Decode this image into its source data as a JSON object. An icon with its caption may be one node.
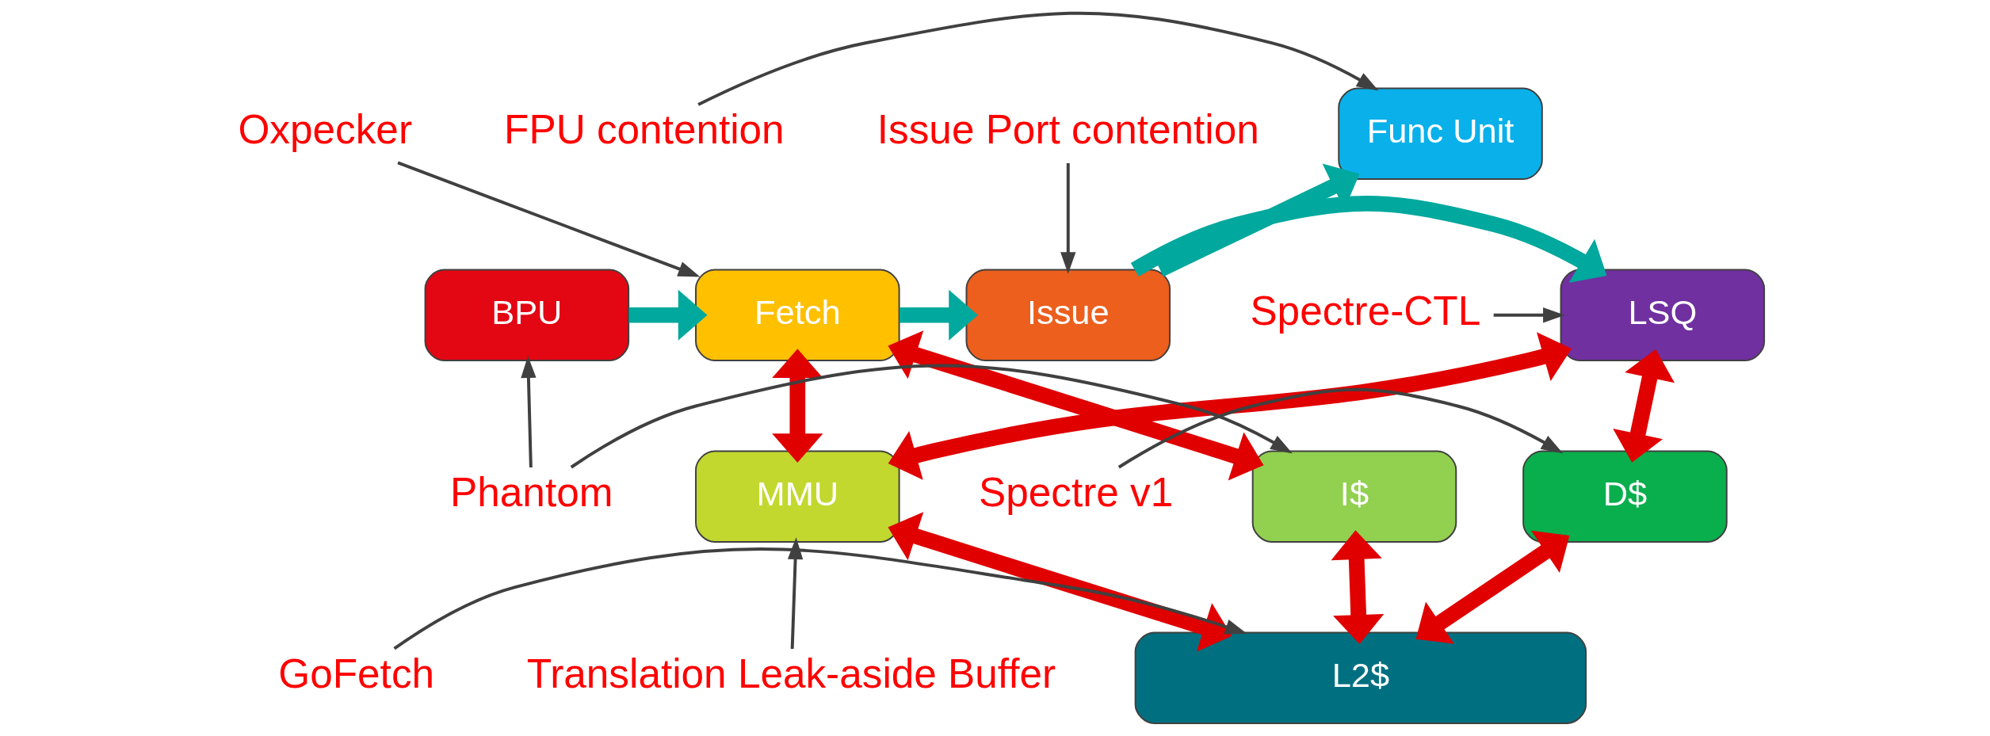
{
  "diagram": {
    "nodes": [
      {
        "text": [
          "Issue Port contention"
        ]
      },
      {
        "text": [
          "Oxpecker"
        ]
      },
      {
        "text": [
          "Func Unit"
        ]
      },
      {
        "text": [
          "FPU contention"
        ]
      },
      {
        "text": [
          "BPU"
        ]
      },
      {
        "text": [
          "Fetch"
        ]
      },
      {
        "text": [
          "Issue"
        ]
      },
      {
        "text": [
          "LSQ"
        ]
      },
      {
        "text": [
          "Spectre-CTL"
        ]
      },
      {
        "text": [
          "Phantom"
        ]
      },
      {
        "text": [
          "I$"
        ]
      },
      {
        "text": [
          "MMU"
        ]
      },
      {
        "text": [
          "D$"
        ]
      },
      {
        "text": [
          "Spectre v1"
        ]
      },
      {
        "text": [
          "Translation Leak-aside Buffer"
        ]
      },
      {
        "text": [
          "L2$"
        ]
      },
      {
        "text": [
          "GoFetch"
        ]
      }
    ],
    "edges": [
      {
        "from": 1,
        "to": 5,
        "arrow": "to"
      },
      {
        "from": 0,
        "to": 6,
        "arrow": "to"
      },
      {
        "from": 3,
        "to": 2,
        "arrow": "to"
      },
      {
        "from": 4,
        "to": 5,
        "arrow": "to",
        "color": "#00a89d"
      },
      {
        "from": 5,
        "to": 6,
        "arrow": "to",
        "color": "#00a89d"
      },
      {
        "from": 6,
        "to": 2,
        "arrow": "to",
        "color": "#00a89d"
      },
      {
        "from": 6,
        "to": 7,
        "arrow": "to",
        "color": "#00a89d"
      },
      {
        "from": 8,
        "to": 7,
        "arrow": "to"
      },
      {
        "from": 9,
        "to": 4,
        "arrow": "to"
      },
      {
        "from": 9,
        "to": 10,
        "arrow": "to"
      },
      {
        "from": 5,
        "to": 10,
        "arrow": "both",
        "color": "#e00000"
      },
      {
        "from": 5,
        "to": 11,
        "arrow": "both",
        "color": "#e00000"
      },
      {
        "from": 7,
        "to": 11,
        "arrow": "both",
        "color": "#e00000"
      },
      {
        "from": 7,
        "to": 12,
        "arrow": "both",
        "color": "#e00000"
      },
      {
        "from": 13,
        "to": 12,
        "arrow": "to"
      },
      {
        "from": 14,
        "to": 11,
        "arrow": "to"
      },
      {
        "from": 10,
        "to": 15,
        "arrow": "both",
        "color": "#e00000"
      },
      {
        "from": 11,
        "to": 15,
        "arrow": "both",
        "color": "#e00000"
      },
      {
        "from": 12,
        "to": 15,
        "arrow": "both",
        "color": "#e00000"
      },
      {
        "from": 16,
        "to": 15,
        "arrow": "to"
      }
    ]
  }
}
